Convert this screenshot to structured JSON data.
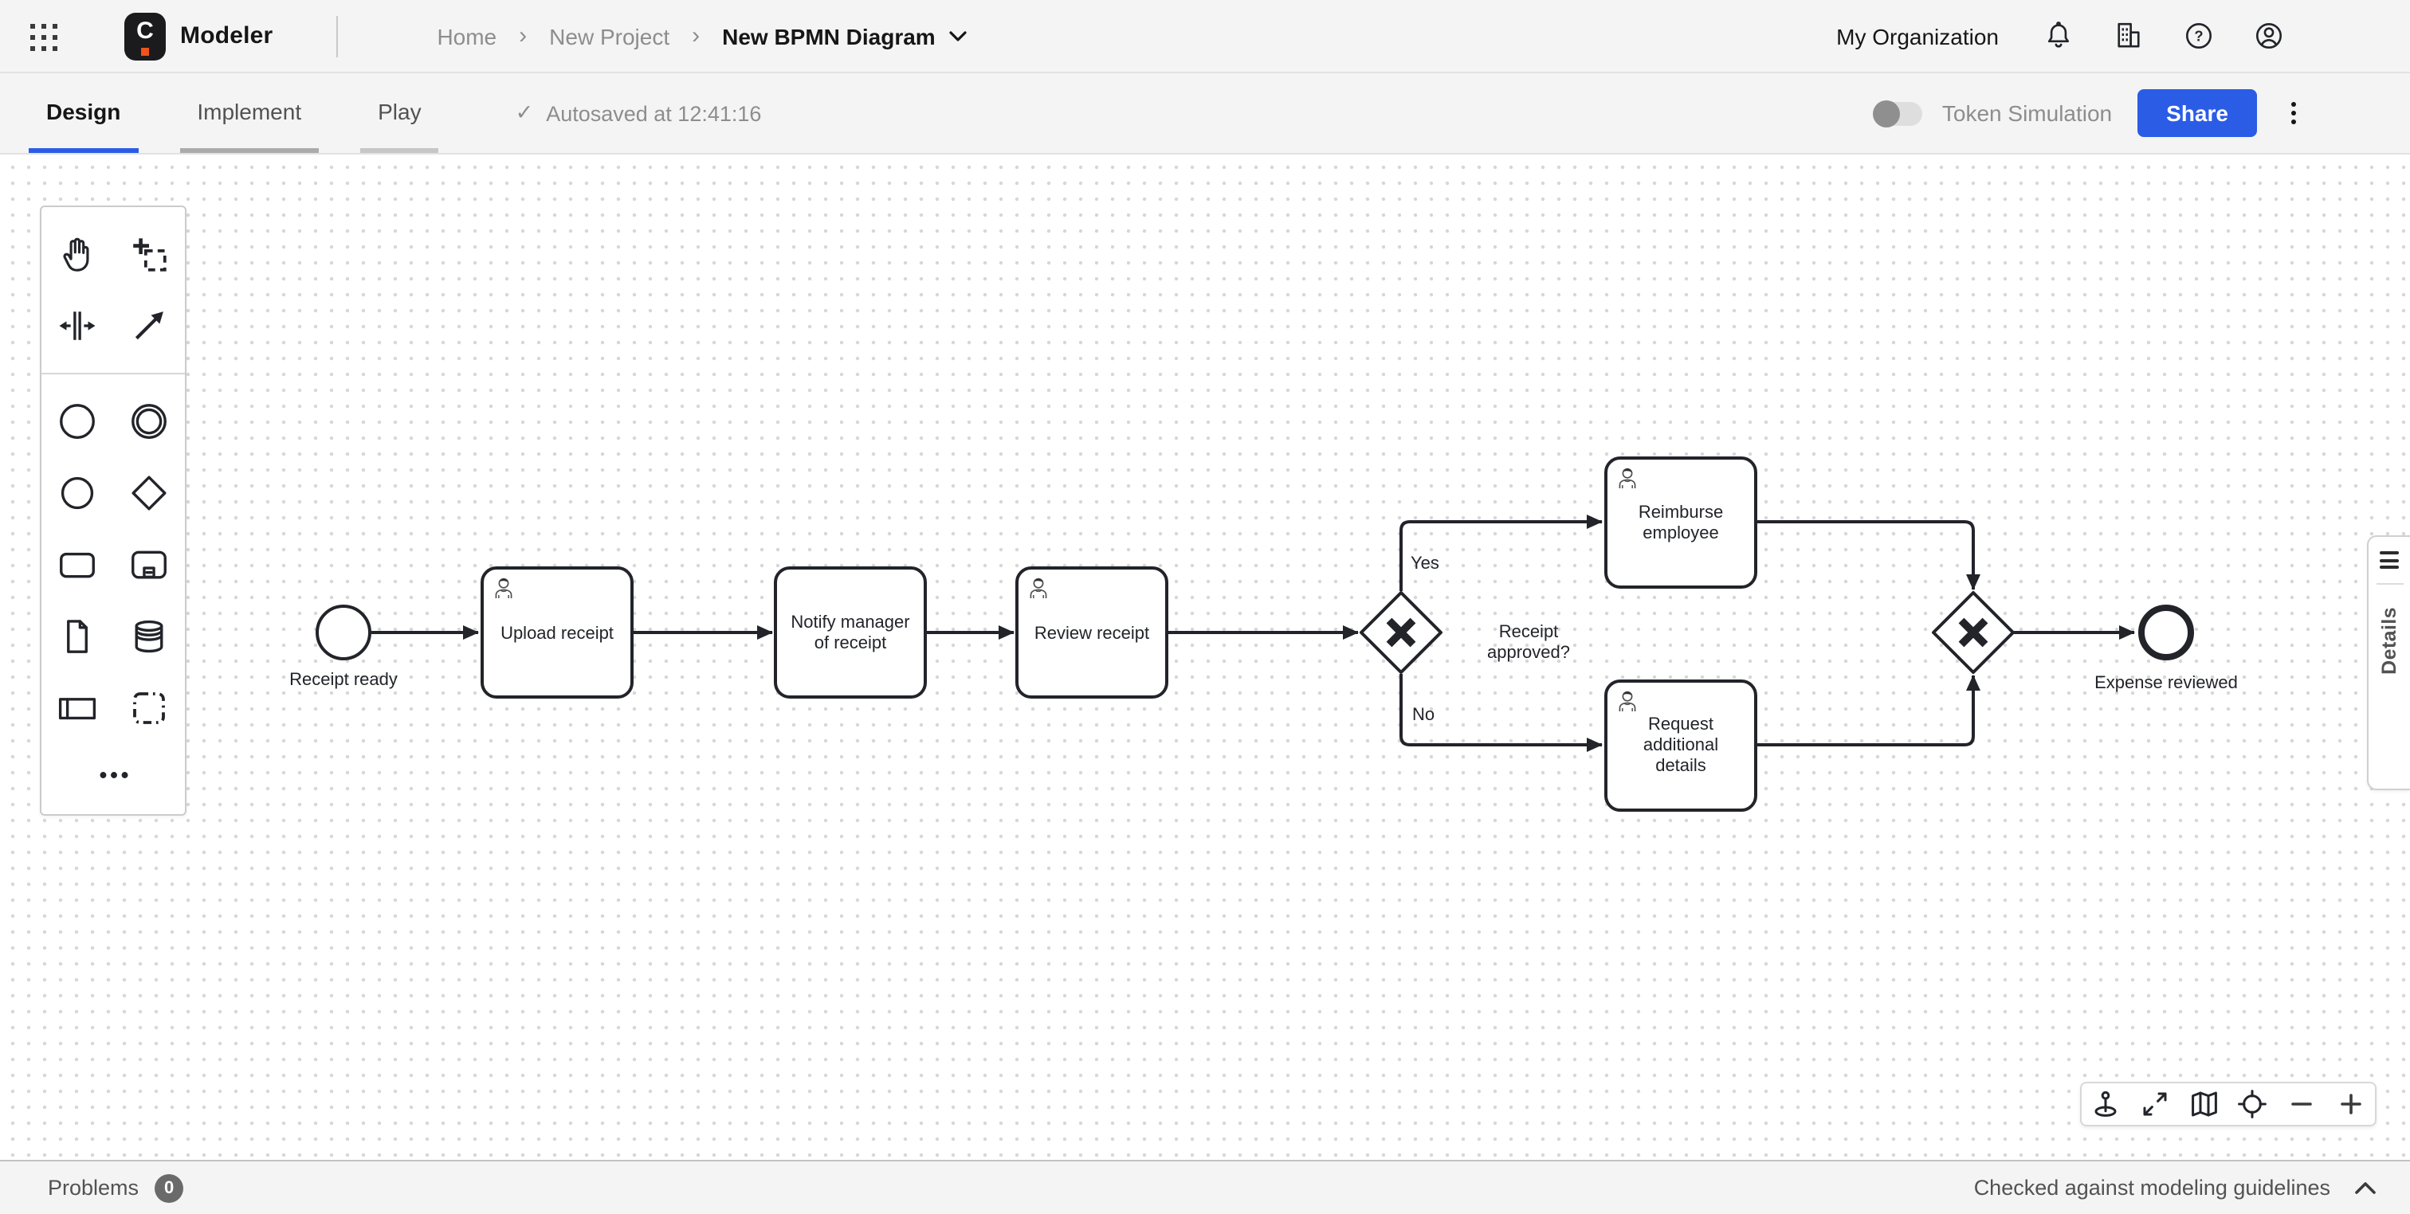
{
  "header": {
    "app_name": "Modeler",
    "logo_letter": "C",
    "breadcrumb": {
      "separator": "›",
      "items": [
        "Home",
        "New Project",
        "New BPMN Diagram"
      ]
    },
    "org_label": "My Organization"
  },
  "toolbar": {
    "tab_design": "Design",
    "tab_implement": "Implement",
    "tab_play": "Play",
    "autosave_check": "✓",
    "autosave_text": "Autosaved at 12:41:16",
    "token_label": "Token Simulation",
    "share_label": "Share"
  },
  "icons": {
    "help_glyph": "?"
  },
  "diagram": {
    "start_label": "Receipt ready",
    "task_upload": "Upload receipt",
    "task_notify_1": "Notify manager",
    "task_notify_2": "of receipt",
    "task_review": "Review receipt",
    "gateway_label_1": "Receipt",
    "gateway_label_2": "approved?",
    "flow_yes": "Yes",
    "flow_no": "No",
    "task_reimburse_1": "Reimburse",
    "task_reimburse_2": "employee",
    "task_request_1": "Request",
    "task_request_2": "additional",
    "task_request_3": "details",
    "end_label": "Expense reviewed"
  },
  "details_panel": {
    "label": "Details"
  },
  "status_bar": {
    "problems_label": "Problems",
    "problems_count": "0",
    "guideline_text": "Checked against modeling guidelines"
  },
  "colors": {
    "accent_blue": "#2B5CE6",
    "logo_orange": "#F0531C",
    "shape_stroke": "#22242a"
  }
}
